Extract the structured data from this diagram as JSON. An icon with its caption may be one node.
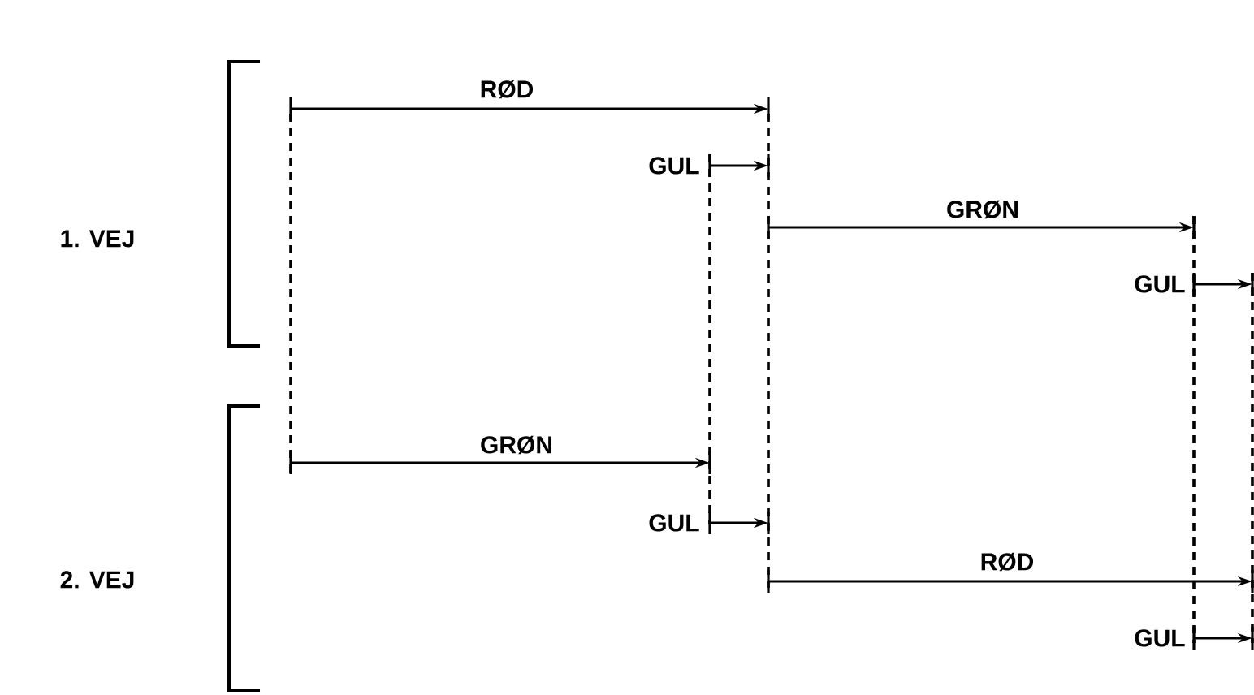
{
  "diagram": {
    "labels": [
      "RØD",
      "GUL",
      "GRØN",
      "1. VEJ",
      "GUL",
      "GRØN",
      "GUL",
      "RØD",
      "2. VEJ",
      "GUL"
    ]
  }
}
